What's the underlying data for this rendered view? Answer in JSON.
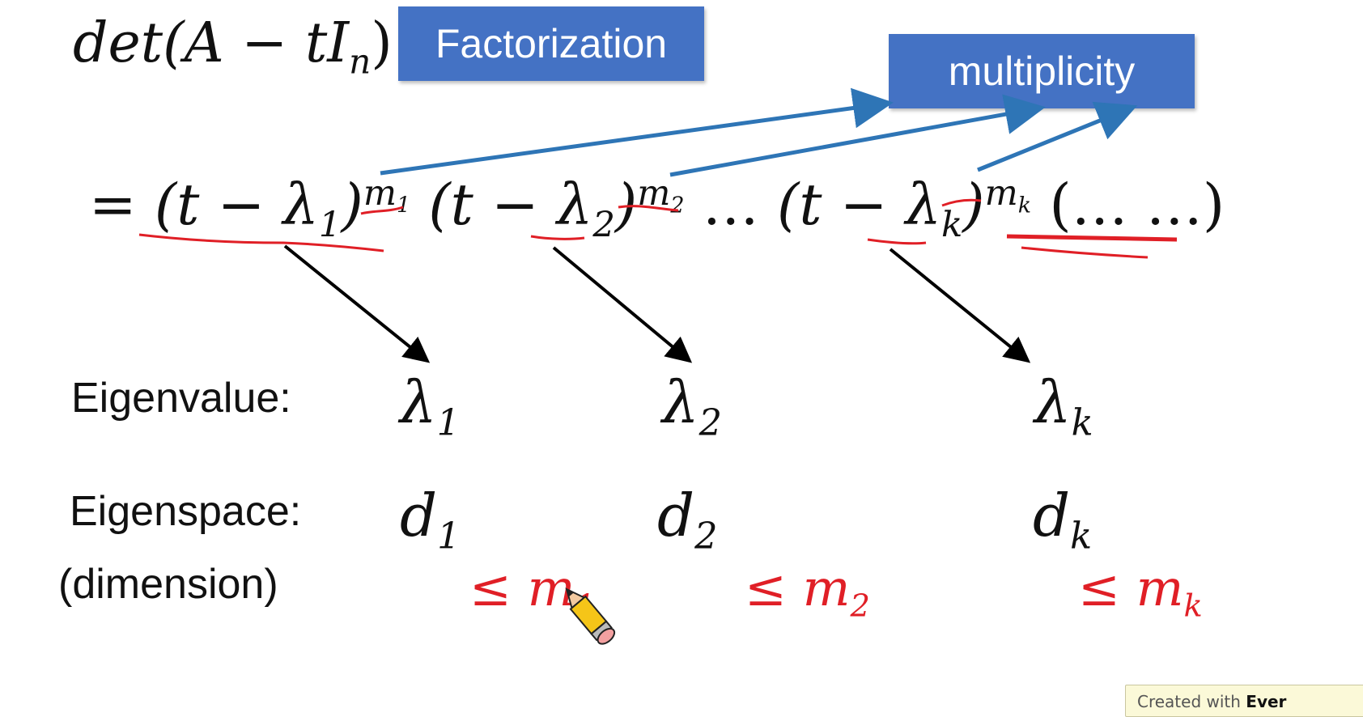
{
  "slide": {
    "det_expr": "det(A − tI",
    "det_sub": "n",
    "det_close": ")",
    "factorization_label": "Factorization",
    "multiplicity_label": "multiplicity",
    "equation": {
      "eq_sign": "=",
      "term1": "(t − λ",
      "term1_sub": "1",
      "term1_close": ")",
      "term1_exp": "m",
      "term1_exp_sub": "1",
      "term2": "(t − λ",
      "term2_sub": "2",
      "term2_close": ")",
      "term2_exp": "m",
      "term2_exp_sub": "2",
      "ellipsis": "…",
      "termk": "(t − λ",
      "termk_sub": "k",
      "termk_close": ")",
      "termk_exp": "m",
      "termk_exp_sub": "k",
      "remainder": "(… …)"
    },
    "eigenvalue_label": "Eigenvalue:",
    "eigenspace_label": "Eigenspace:",
    "dimension_label": "(dimension)",
    "lambda": "λ",
    "d": "d",
    "subs": [
      "1",
      "2",
      "k"
    ],
    "le_m": "≤ m",
    "footer_prefix": "Created with ",
    "footer_bold": "Ever"
  },
  "colors": {
    "box_blue": "#4472c4",
    "arrow_blue": "#2e75b6",
    "annotation_red": "#e01f26",
    "arrow_black": "#000000"
  },
  "icons": {
    "cursor": "pencil-icon"
  }
}
